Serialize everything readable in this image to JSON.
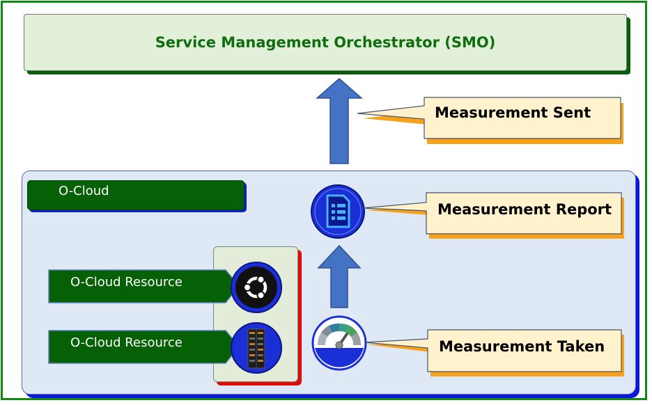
{
  "smo": {
    "title": "Service Management Orchestrator (SMO)"
  },
  "ocloud": {
    "label": "O-Cloud"
  },
  "resources": [
    {
      "label": "O-Cloud Resource",
      "icon": "ubuntu-icon"
    },
    {
      "label": "O-Cloud Resource",
      "icon": "server-rack-icon"
    }
  ],
  "callouts": {
    "sent": "Measurement Sent",
    "report": "Measurement Report",
    "taken": "Measurement Taken"
  },
  "colors": {
    "frame": "#128a12",
    "smo_fill": "#e2efd9",
    "smo_text": "#0f6e0f",
    "ocloud_fill": "#dfe8f5",
    "ocloud_shadow": "#0b16e0",
    "resource_tag": "#066106",
    "arrow": "#4472c4",
    "callout_fill": "#fff2cc",
    "callout_shadow": "#f7a21b"
  }
}
